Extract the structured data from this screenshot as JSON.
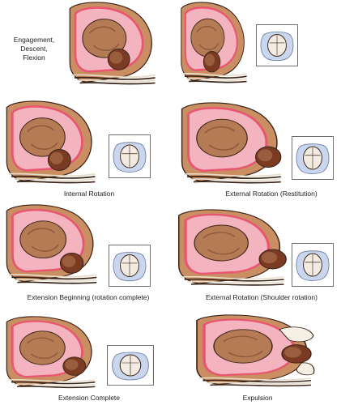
{
  "colors": {
    "body_tan": "#c98f63",
    "body_outline": "#3a2418",
    "uterus_pink": "#e8576f",
    "uterus_light": "#f3b3bf",
    "fetus_skin": "#b47b55",
    "fetus_shadow": "#8d5a3b",
    "hair": "#7a3b22",
    "bone_stripe": "#e9dcc9",
    "pelvis_blue": "#c9d6ee",
    "pelvis_outline": "#6a7aa0",
    "inset_border": "#555555"
  },
  "captions": {
    "engagement": [
      "Engagement,",
      "Descent,",
      "Flexion"
    ],
    "internal_rotation": "Internal Rotation",
    "external_rotation_restitution": "External Rotation (Restitution)",
    "extension_beginning": "Extension Beginning (rotation complete)",
    "external_rotation_shoulder": "External Rotation (Shoulder rotation)",
    "extension_complete": "Extension Complete",
    "expulsion": "Expulsion"
  },
  "icons": {
    "scene": "uterus-fetus-illustration",
    "inset": "pelvic-inlet-fetal-head-view",
    "hand": "assisting-hands"
  }
}
